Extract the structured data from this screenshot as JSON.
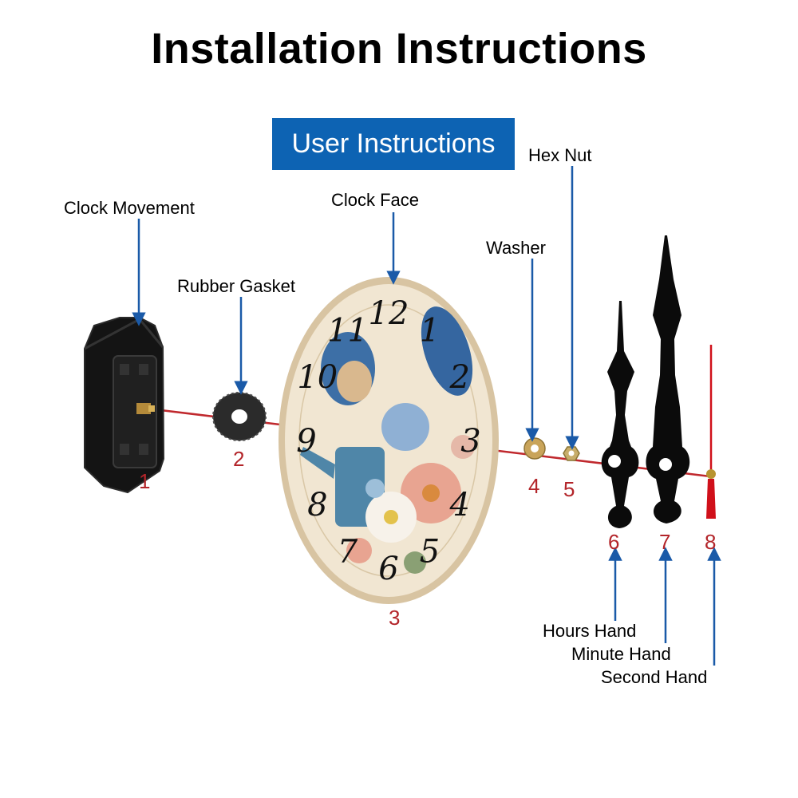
{
  "title": "Installation Instructions",
  "banner": "User Instructions",
  "parts": [
    {
      "num": "1",
      "label": "Clock Movement"
    },
    {
      "num": "2",
      "label": "Rubber Gasket"
    },
    {
      "num": "3",
      "label": "Clock Face"
    },
    {
      "num": "4",
      "label": "Washer"
    },
    {
      "num": "5",
      "label": "Hex Nut"
    },
    {
      "num": "6",
      "label": "Hours Hand"
    },
    {
      "num": "7",
      "label": "Minute Hand"
    },
    {
      "num": "8",
      "label": "Second Hand"
    }
  ],
  "dial_numerals": [
    "12",
    "1",
    "2",
    "3",
    "4",
    "5",
    "6",
    "7",
    "8",
    "9",
    "10",
    "11"
  ],
  "colors": {
    "banner": "#0d63b3",
    "arrow": "#1a5aa8",
    "part_number": "#b3252a",
    "axis": "#c0282d",
    "second_hand": "#d0101a",
    "dial_background": "#f1e6d2"
  }
}
